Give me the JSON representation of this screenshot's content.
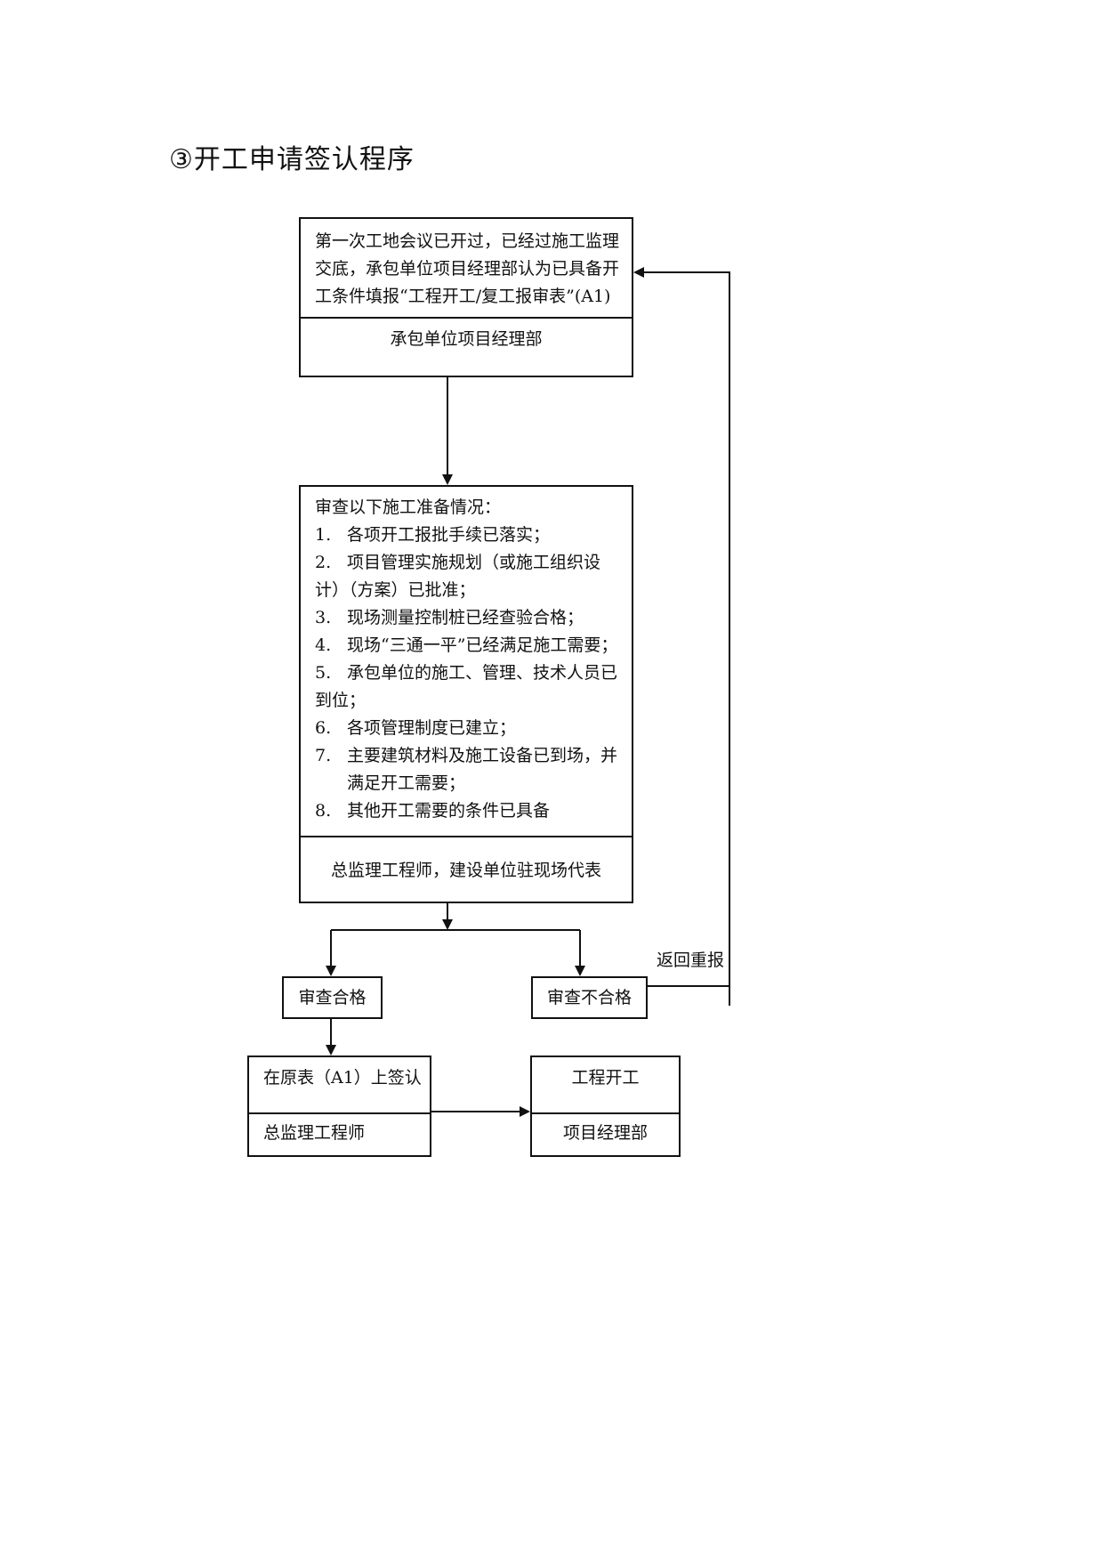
{
  "title": "③开工申请签认程序",
  "box1": {
    "text": "第一次工地会议已开过，已经过施工监理交底，承包单位项目经理部认为已具备开工条件填报“工程开工/复工报审表”(A1)",
    "role": "承包单位项目经理部"
  },
  "box2": {
    "heading": "审查以下施工准备情况：",
    "items": [
      {
        "num": "1.",
        "text": "各项开工报批手续已落实；"
      },
      {
        "num": "2.",
        "text": "项目管理实施规划（或施工组织设计）（方案）已批准；"
      },
      {
        "num": "3.",
        "text": "现场测量控制桩已经查验合格；"
      },
      {
        "num": "4.",
        "text": "现场“三通一平”已经满足施工需要；"
      },
      {
        "num": "5.",
        "text": "承包单位的施工、管理、技术人员已到位；"
      },
      {
        "num": "6.",
        "text": "各项管理制度已建立；"
      },
      {
        "num": "7.",
        "text": "主要建筑材料及施工设备已到场，并满足开工需要；"
      },
      {
        "num": "8.",
        "text": "其他开工需要的条件已具备"
      }
    ],
    "role": "总监理工程师，建设单位驻现场代表"
  },
  "pass": "审查合格",
  "fail": "审查不合格",
  "return_label": "返回重报",
  "box3": {
    "text": "在原表（A1）上签认",
    "role": "总监理工程师"
  },
  "box4": {
    "text": "工程开工",
    "role": "项目经理部"
  }
}
